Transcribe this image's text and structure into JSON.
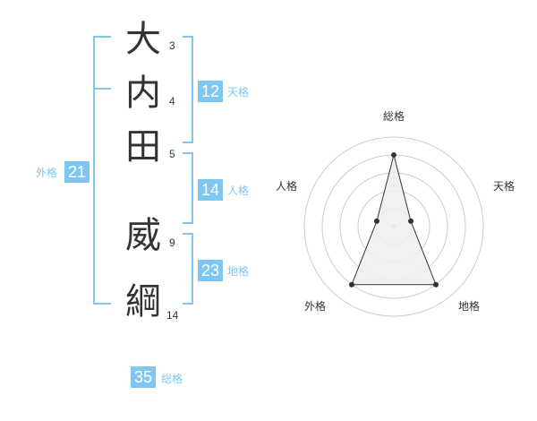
{
  "name": {
    "characters": [
      {
        "char": "大",
        "strokes": "3"
      },
      {
        "char": "内",
        "strokes": "4"
      },
      {
        "char": "田",
        "strokes": "5"
      },
      {
        "char": "威",
        "strokes": "9"
      },
      {
        "char": "綱",
        "strokes": "14"
      }
    ]
  },
  "kaku": {
    "tenkaku": {
      "value": "12",
      "label": "天格"
    },
    "jinkaku": {
      "value": "14",
      "label": "人格"
    },
    "chikaku": {
      "value": "23",
      "label": "地格"
    },
    "gaikaku": {
      "value": "21",
      "label": "外格"
    },
    "soukaku": {
      "value": "35",
      "label": "総格"
    }
  },
  "chart_data": {
    "type": "radar",
    "axes": [
      "総格",
      "天格",
      "地格",
      "外格",
      "人格"
    ],
    "rings": 5,
    "values": [
      4,
      1,
      4,
      4,
      1
    ],
    "max": 5,
    "colors": {
      "fill": "#efefef",
      "line": "#333333",
      "grid": "#cccccc",
      "accent": "#7fc7f0"
    }
  }
}
